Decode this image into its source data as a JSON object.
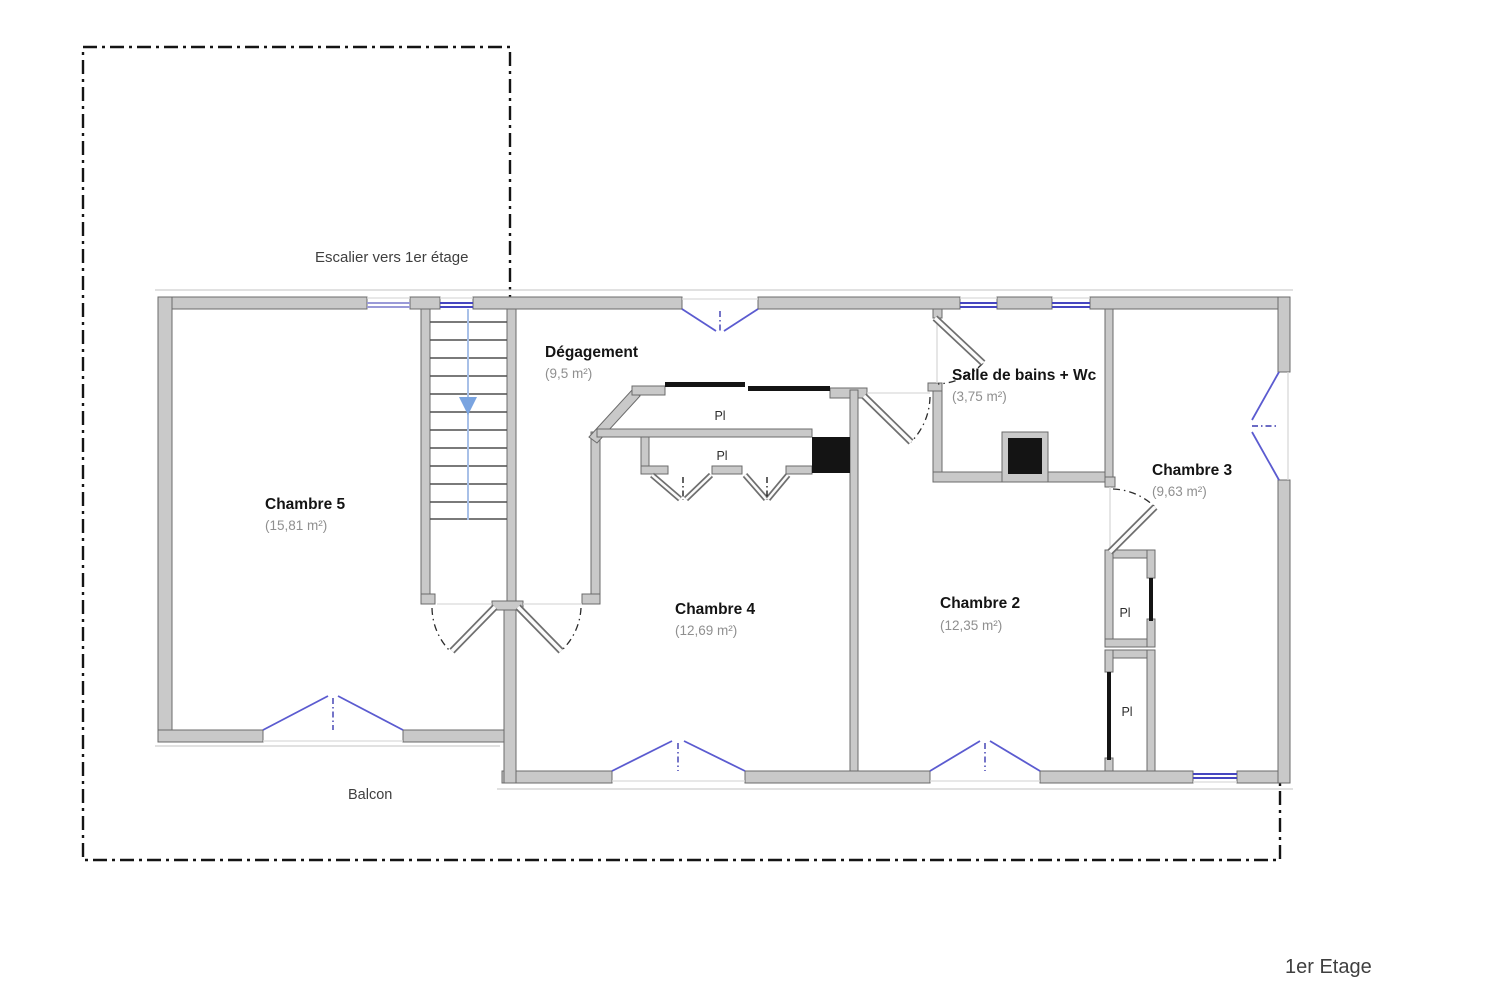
{
  "floor_label": "1er Etage",
  "annotations": {
    "stairs": "Escalier vers 1er étage",
    "balcony": "Balcon"
  },
  "rooms": {
    "chambre5": {
      "name": "Chambre 5",
      "area": "(15,81 m²)"
    },
    "degagement": {
      "name": "Dégagement",
      "area": "(9,5 m²)"
    },
    "chambre4": {
      "name": "Chambre 4",
      "area": "(12,69 m²)"
    },
    "chambre2": {
      "name": "Chambre 2",
      "area": "(12,35 m²)"
    },
    "salle_de_bains": {
      "name": "Salle de bains + Wc",
      "area": "(3,75 m²)"
    },
    "chambre3": {
      "name": "Chambre 3",
      "area": "(9,63 m²)"
    }
  },
  "closet_label": "Pl",
  "colors": {
    "wall_fill": "#c9c9c9",
    "wall_stroke": "#6b6b6b",
    "window_blue": "#4646c0",
    "window_light_blue": "#9a9ad8",
    "casement_blue": "#5b5bd0",
    "stair_blue": "#a8c0e8",
    "stair_arrow_blue": "#7aa4e0",
    "boundary_black": "#141414",
    "room_name_color": "#141414",
    "area_color": "#8f8f8f",
    "annotation_color": "#3f3f3f"
  }
}
